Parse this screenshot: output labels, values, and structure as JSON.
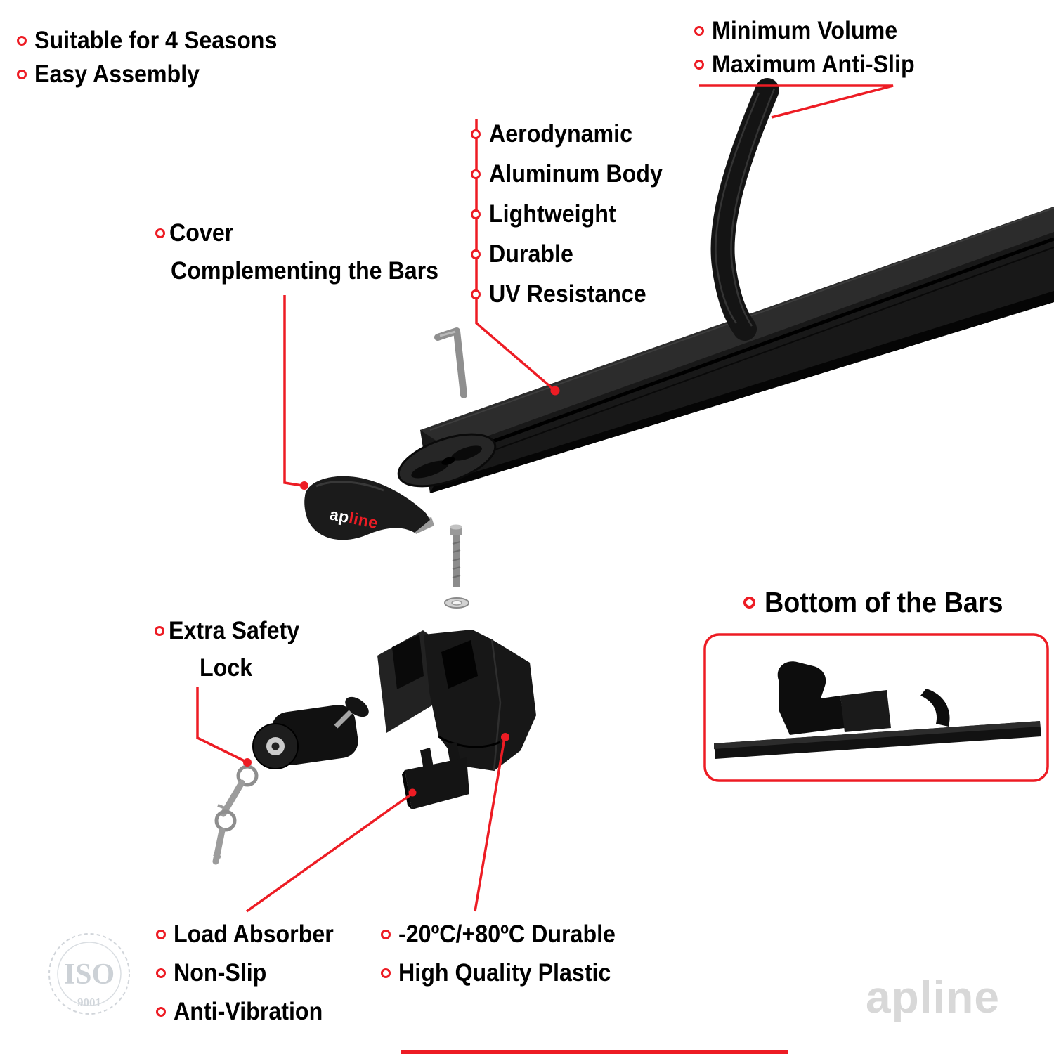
{
  "colors": {
    "accent": "#ed1c24",
    "text": "#000000",
    "watermark": "#d8d8d8"
  },
  "top_left_features": {
    "items": [
      "Suitable for 4 Seasons",
      "Easy Assembly"
    ]
  },
  "top_right_features": {
    "items": [
      "Minimum Volume",
      "Maximum Anti-Slip"
    ]
  },
  "bar_features": {
    "items": [
      "Aerodynamic",
      "Aluminum Body",
      "Lightweight",
      "Durable",
      "UV Resistance"
    ]
  },
  "cover_label": {
    "line1": "Cover",
    "line2": "Complementing the Bars"
  },
  "lock_label": {
    "line1": "Extra Safety",
    "line2": "Lock"
  },
  "bottom_bars": {
    "title": "Bottom of the Bars"
  },
  "bottom_left_features": {
    "items": [
      "Load Absorber",
      "Non-Slip",
      "Anti-Vibration"
    ]
  },
  "bottom_right_features": {
    "items": [
      "-20ºC/+80ºC Durable",
      "High Quality Plastic"
    ]
  },
  "brand": {
    "cover_ap": "ap",
    "cover_line": "line",
    "watermark": "apline"
  },
  "iso_badge": {
    "title": "ISO",
    "number": "9001"
  }
}
